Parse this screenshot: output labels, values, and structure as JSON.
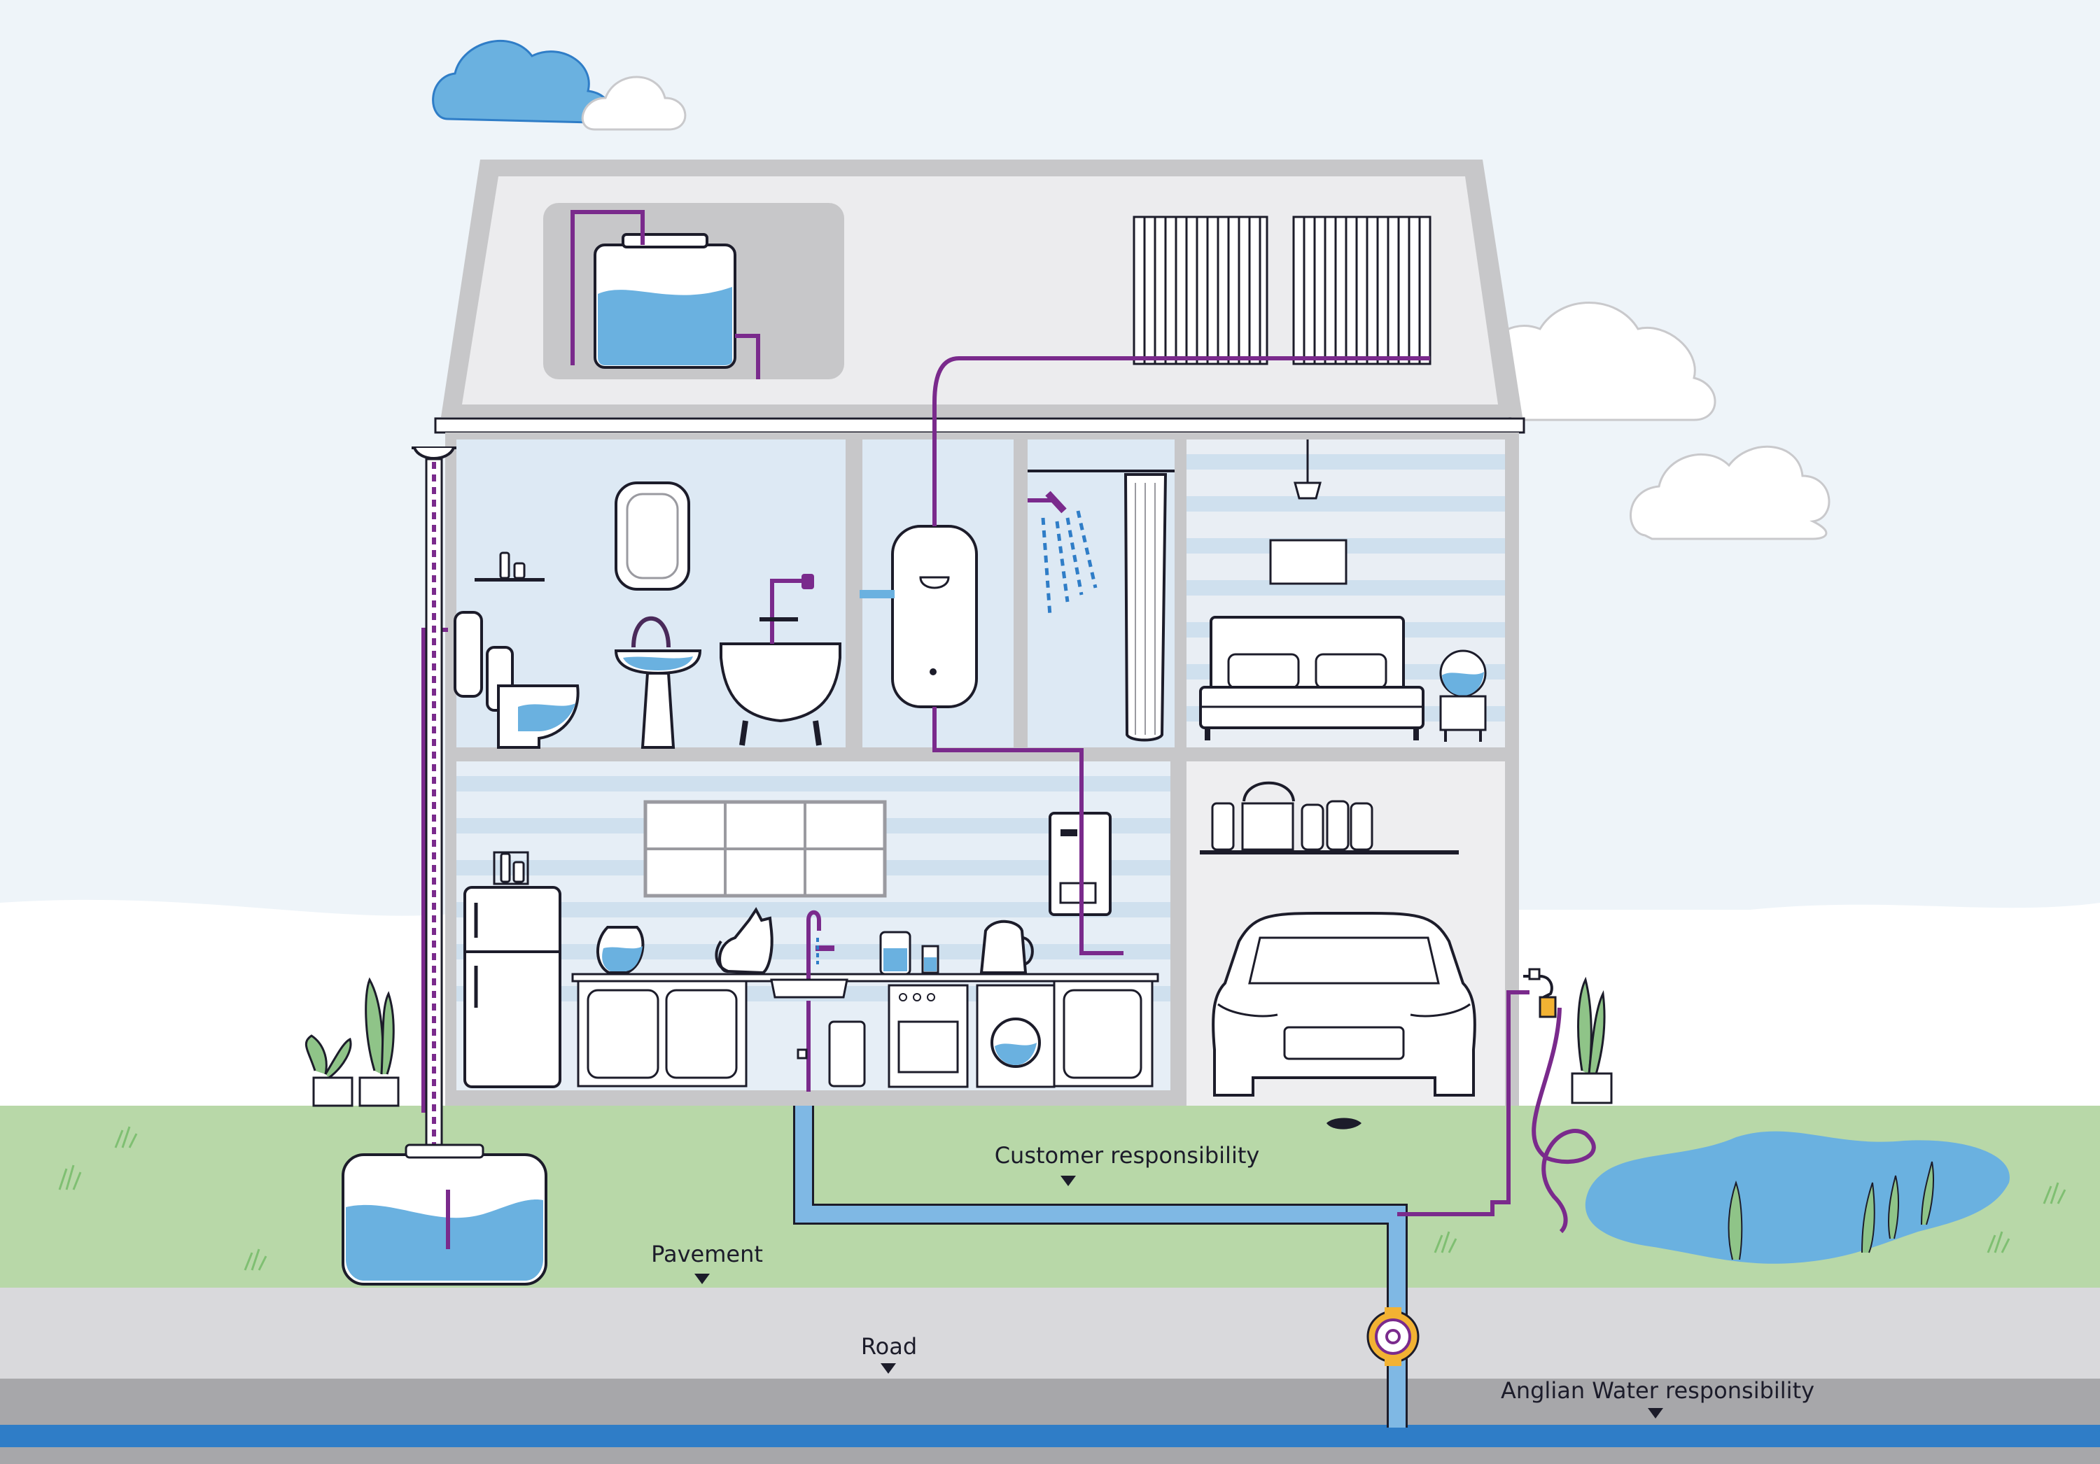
{
  "labels": {
    "customer": "Customer responsibility",
    "pavement": "Pavement",
    "road": "Road",
    "anglian": "Anglian Water responsibility"
  },
  "colors": {
    "sky": "#eef4f9",
    "grass": "#b8d8a8",
    "pavement": "#d9d9dc",
    "road": "#a7a7aa",
    "house_wall": "#c7c7c9",
    "room": "#dde9f4",
    "water": "#6ab1e0",
    "main_pipe": "#2f7dc7",
    "supply_pipe": "#7fb8e4",
    "domestic_pipe": "#7a2a8c",
    "outline": "#1c1c2a",
    "meter": "#f2b233"
  },
  "icons": [
    "cloud-icon",
    "loft-water-tank-icon",
    "solar-panel-icon",
    "gutter-icon",
    "downpipe-icon",
    "toilet-icon",
    "basin-icon",
    "bath-icon",
    "mirror-icon",
    "hot-water-cylinder-icon",
    "shower-icon",
    "shower-curtain-icon",
    "lamp-icon",
    "bed-icon",
    "fishbowl-icon",
    "fridge-icon",
    "jug-icon",
    "cat-icon",
    "kitchen-tap-icon",
    "kettle-icon",
    "washing-machine-icon",
    "oven-icon",
    "boiler-icon",
    "cleaning-bottles-icon",
    "paint-tin-icon",
    "car-icon",
    "outside-tap-icon",
    "garden-hose-icon",
    "plant-pot-icon",
    "water-butt-icon",
    "pond-icon",
    "water-meter-icon",
    "stop-tap-icon"
  ]
}
